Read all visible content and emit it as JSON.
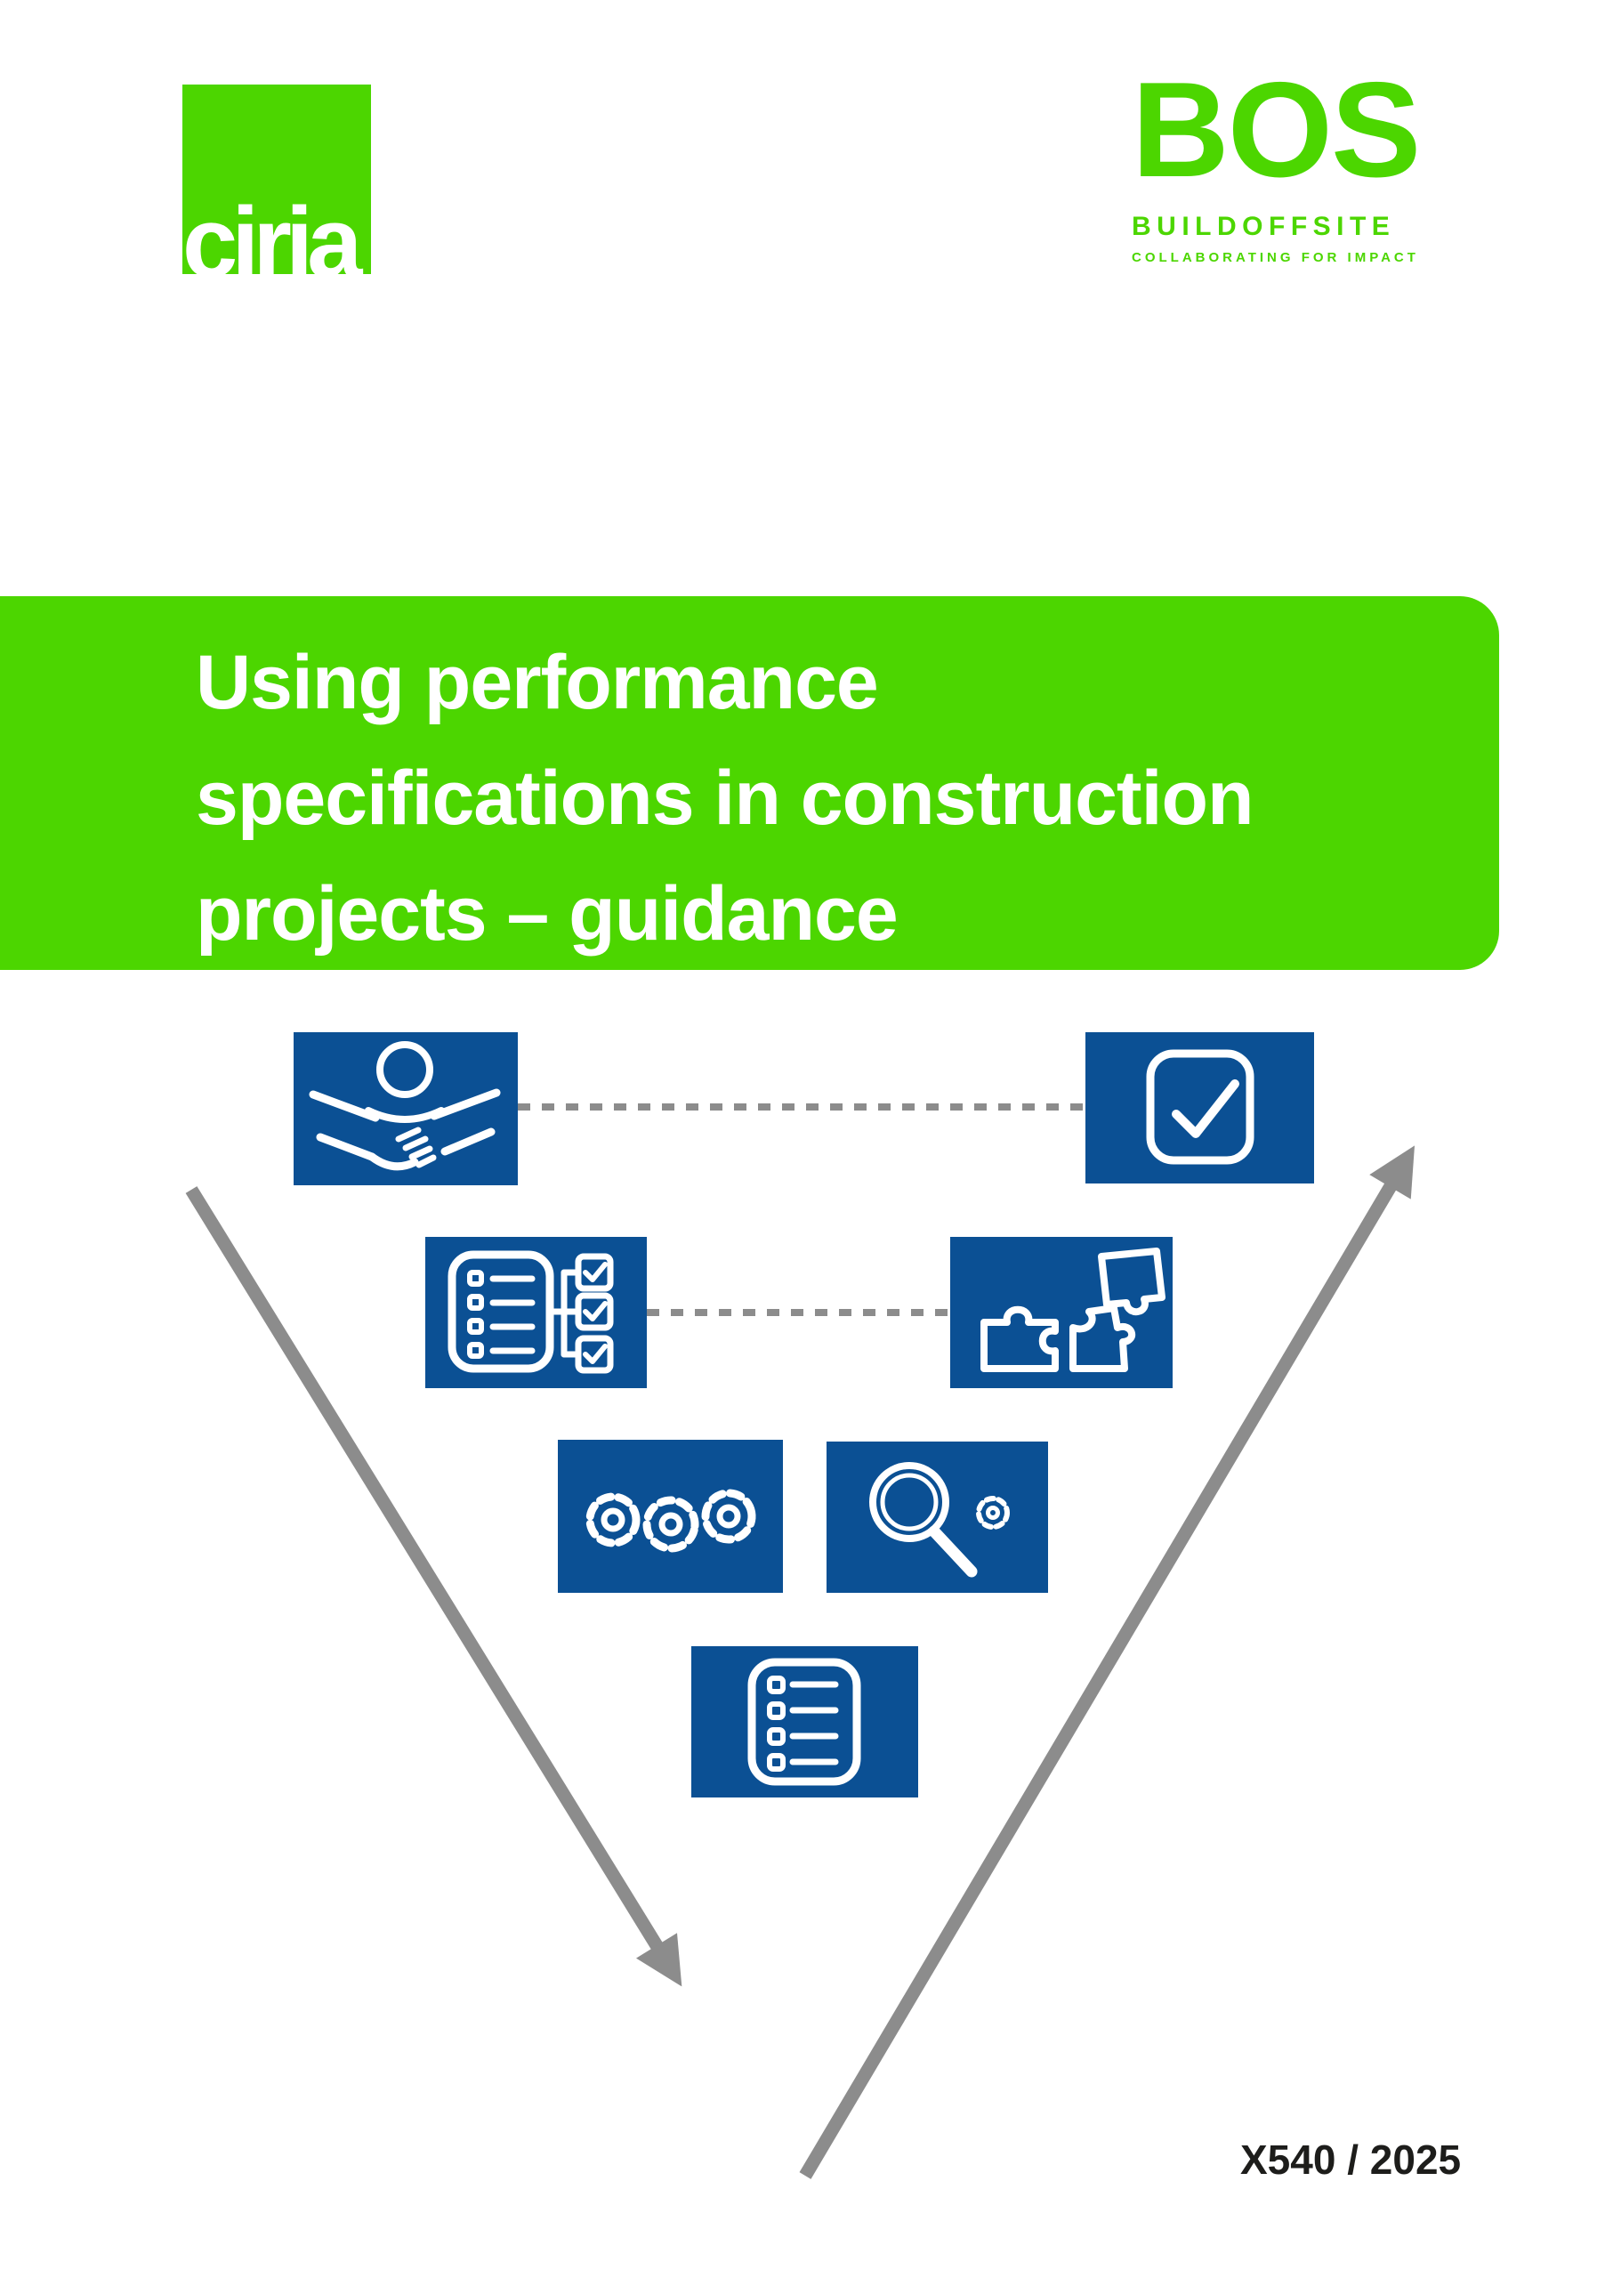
{
  "colors": {
    "green": "#4cd600",
    "blue": "#0b5094",
    "gray": "#8c8c8c",
    "ink": "#1d1d1b",
    "white": "#ffffff"
  },
  "header": {
    "ciria": {
      "wordmark": "ciria"
    },
    "bos": {
      "acronym": "BOS",
      "name": "BUILDOFFSITE",
      "tagline": "COLLABORATING FOR IMPACT"
    }
  },
  "title": {
    "lines": [
      "Using performance",
      "specifications in construction",
      "projects – guidance"
    ]
  },
  "diagram": {
    "tiles": [
      {
        "icon": "person-handshake"
      },
      {
        "icon": "check-square"
      },
      {
        "icon": "checklist-with-checkboxes"
      },
      {
        "icon": "puzzle-pieces"
      },
      {
        "icon": "gears"
      },
      {
        "icon": "magnifier-with-gear"
      },
      {
        "icon": "bullet-list"
      }
    ],
    "connectors": "dashed",
    "arrows": [
      "down-left-to-bottom",
      "bottom-to-top-right"
    ]
  },
  "footer": {
    "reference": "X540 / 2025"
  }
}
